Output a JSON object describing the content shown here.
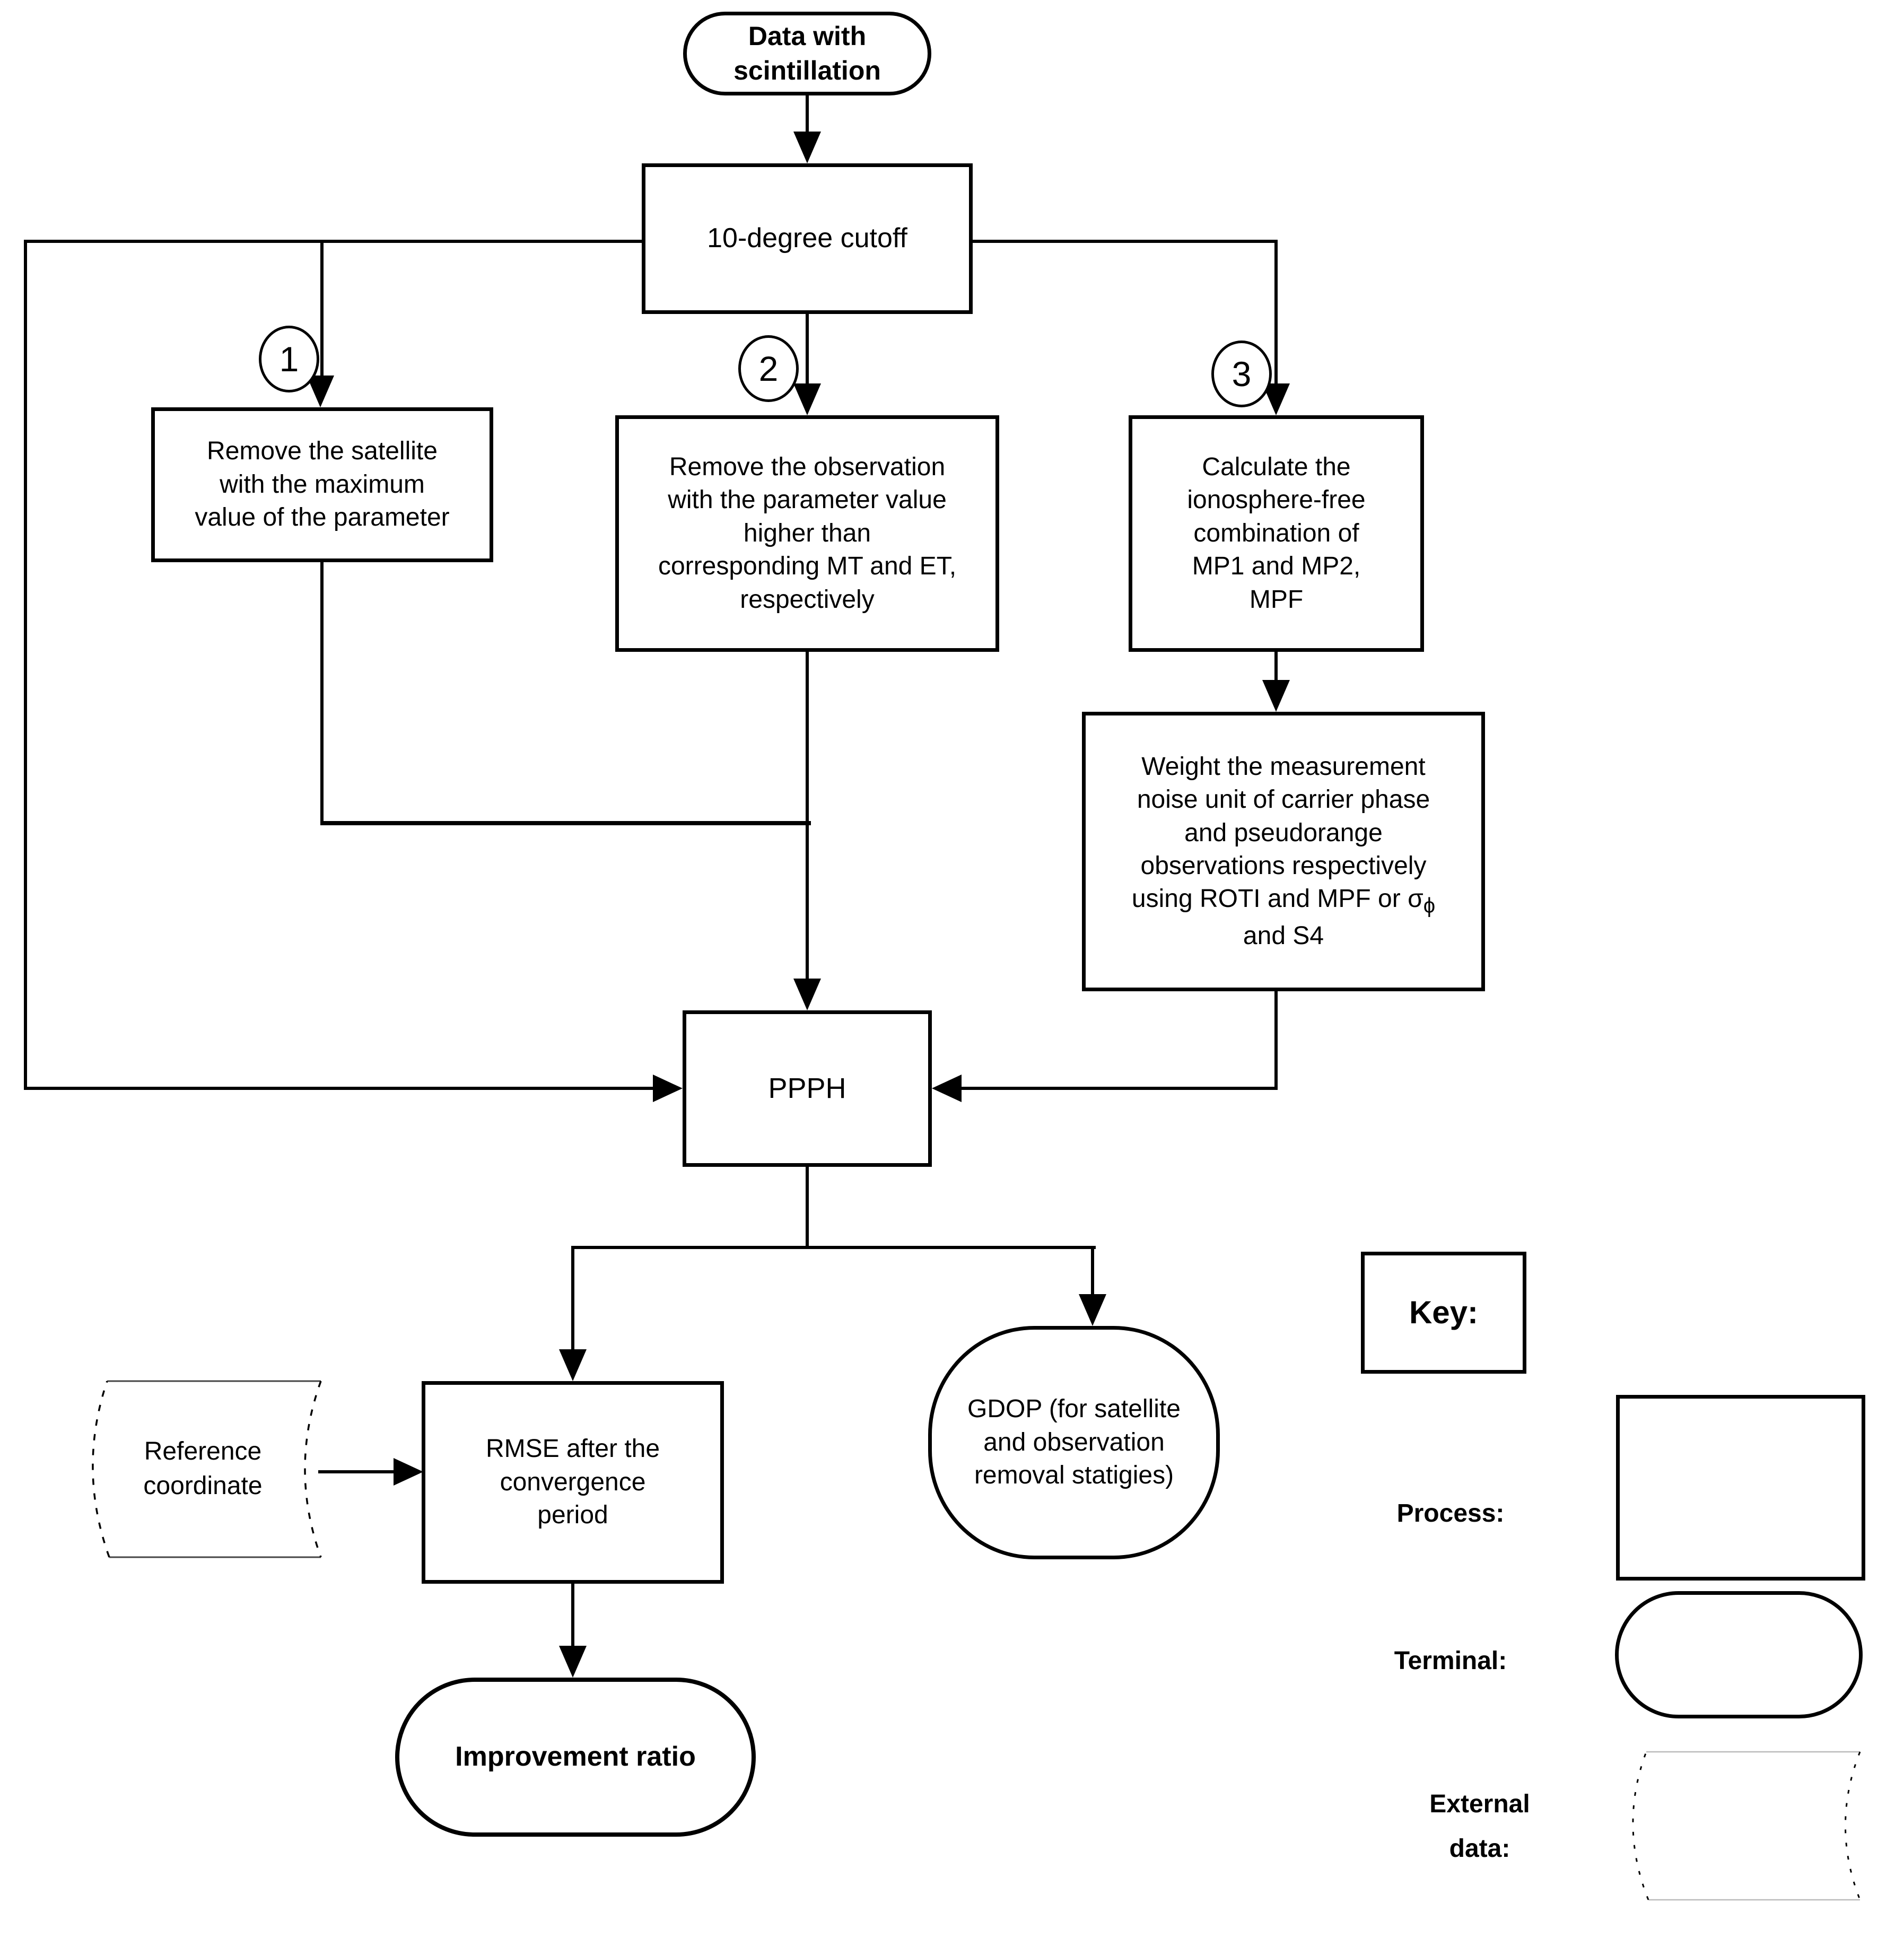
{
  "nodes": {
    "start": {
      "lines": [
        "Data with",
        "scintillation"
      ]
    },
    "cutoff": {
      "label": "10-degree cutoff"
    },
    "branch1": {
      "badge": "1",
      "lines": [
        "Remove the satellite",
        "with the maximum",
        "value of the parameter"
      ]
    },
    "branch2": {
      "badge": "2",
      "lines": [
        "Remove the observation",
        "with the parameter value",
        "higher than",
        "corresponding MT and ET,",
        "respectively"
      ]
    },
    "branch3": {
      "badge": "3",
      "lines": [
        "Calculate the",
        "ionosphere-free",
        "combination of",
        "MP1 and MP2,",
        "MPF"
      ]
    },
    "weight": {
      "lines": [
        "Weight the measurement",
        "noise unit of carrier phase",
        "and pseudorange",
        "observations respectively"
      ],
      "line5_pre": "using ROTI and MPF or σ",
      "line5_sub": "ϕ",
      "line6": "and S4"
    },
    "ppph": {
      "label": "PPPH"
    },
    "rmse": {
      "lines": [
        "RMSE after the",
        "convergence",
        "period"
      ]
    },
    "refcoord": {
      "lines": [
        "Reference",
        "coordinate"
      ]
    },
    "gdop": {
      "lines": [
        "GDOP (for satellite",
        "and observation",
        "removal statigies)"
      ]
    },
    "improvement": {
      "label": "Improvement ratio"
    }
  },
  "key": {
    "title": "Key:",
    "process_label": "Process:",
    "terminal_label": "Terminal:",
    "external_lines": [
      "External",
      "data:"
    ]
  },
  "colors": {
    "ink": "#000000",
    "paper": "#ffffff"
  }
}
